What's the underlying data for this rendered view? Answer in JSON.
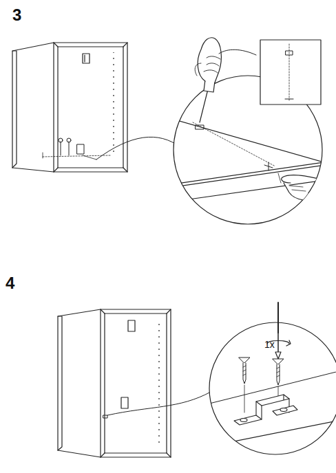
{
  "diagram": {
    "labels": [
      "3",
      "4",
      "1x"
    ]
  }
}
